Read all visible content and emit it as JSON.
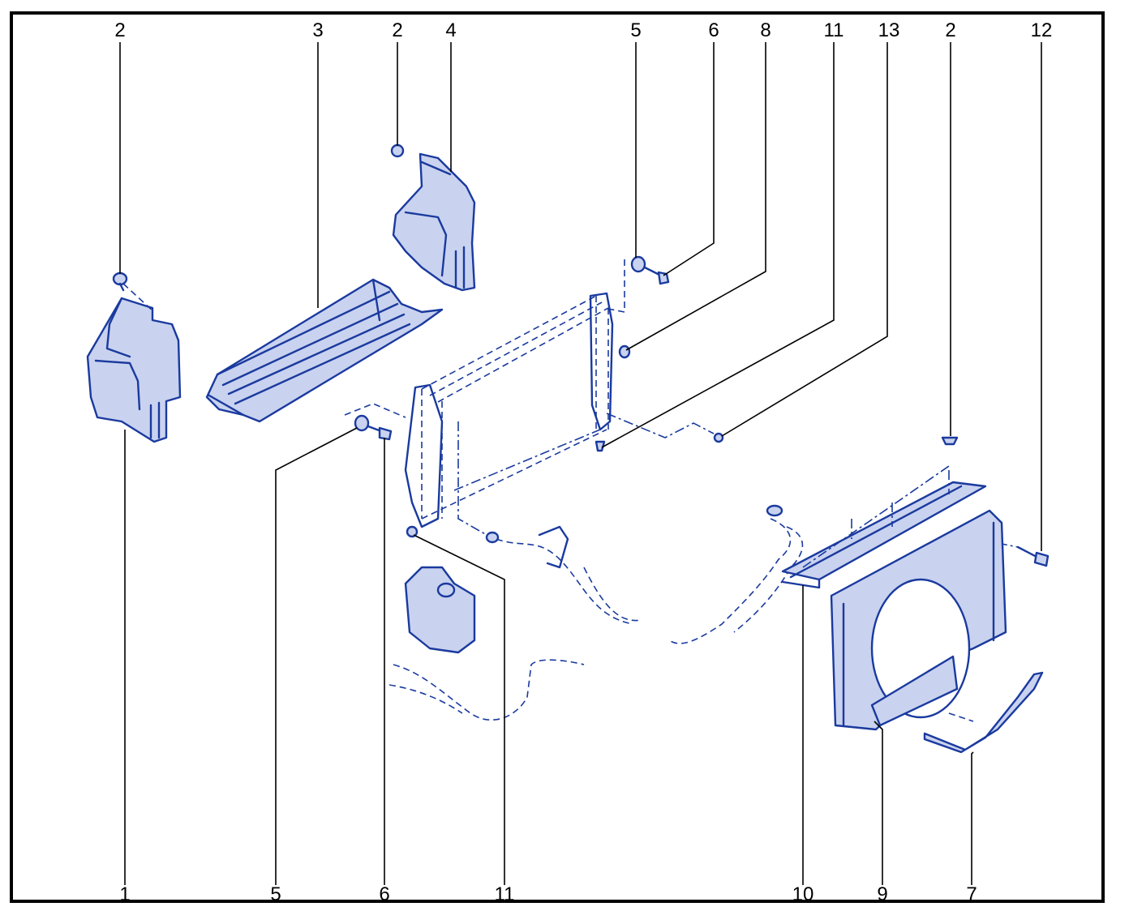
{
  "colors": {
    "line": "#1a3a9e",
    "fill": "#c9d2ef",
    "text": "#000000",
    "frame": "#000000"
  },
  "callouts_top": [
    {
      "id": "t-2a",
      "text": "2"
    },
    {
      "id": "t-3",
      "text": "3"
    },
    {
      "id": "t-2b",
      "text": "2"
    },
    {
      "id": "t-4",
      "text": "4"
    },
    {
      "id": "t-5",
      "text": "5"
    },
    {
      "id": "t-6",
      "text": "6"
    },
    {
      "id": "t-8",
      "text": "8"
    },
    {
      "id": "t-11",
      "text": "11"
    },
    {
      "id": "t-13",
      "text": "13"
    },
    {
      "id": "t-2c",
      "text": "2"
    },
    {
      "id": "t-12",
      "text": "12"
    }
  ],
  "callouts_bottom": [
    {
      "id": "b-1",
      "text": "1"
    },
    {
      "id": "b-5",
      "text": "5"
    },
    {
      "id": "b-6",
      "text": "6"
    },
    {
      "id": "b-11",
      "text": "11"
    },
    {
      "id": "b-10",
      "text": "10"
    },
    {
      "id": "b-9",
      "text": "9"
    },
    {
      "id": "b-7",
      "text": "7"
    }
  ]
}
